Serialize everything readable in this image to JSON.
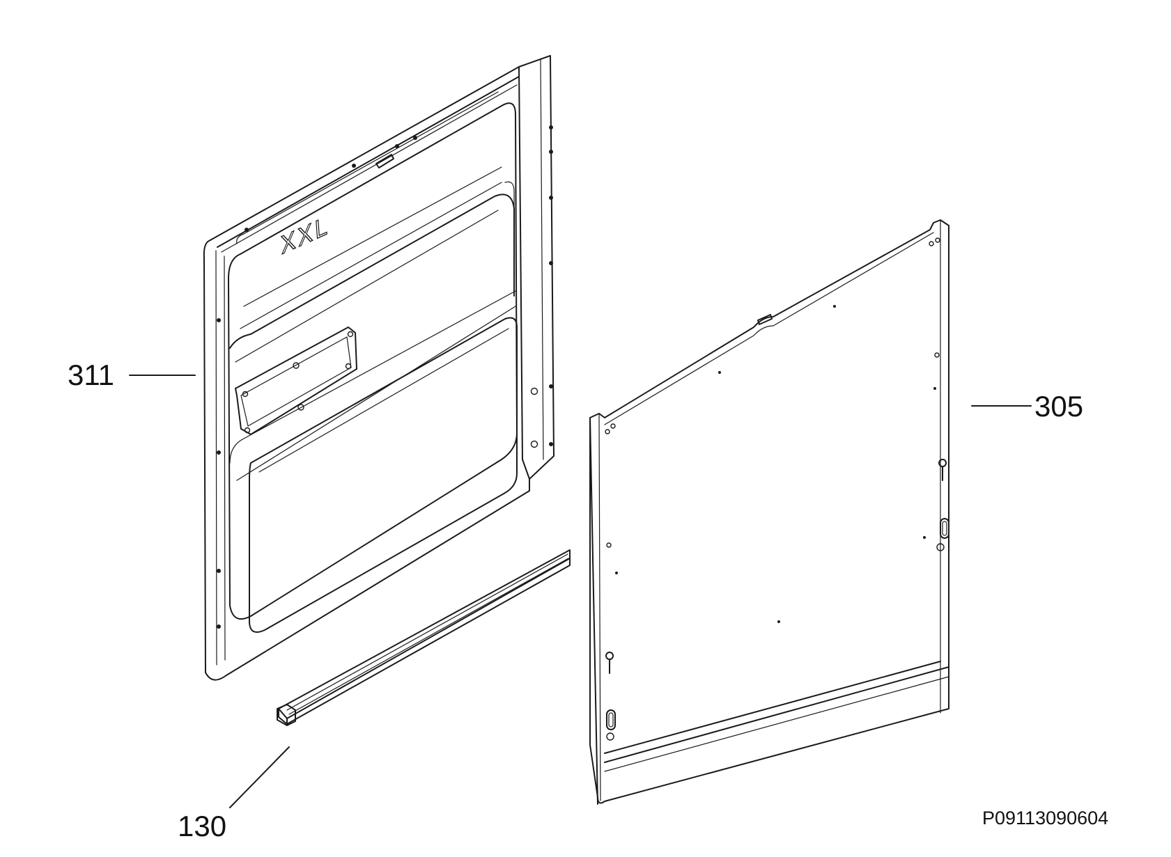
{
  "diagram": {
    "callouts": [
      {
        "id": "311",
        "label": "311"
      },
      {
        "id": "305",
        "label": "305"
      },
      {
        "id": "130",
        "label": "130"
      }
    ],
    "embossed_text": "XXL",
    "document_id": "P09113090604"
  },
  "colors": {
    "line": "#1a1a1a",
    "background": "#ffffff"
  }
}
